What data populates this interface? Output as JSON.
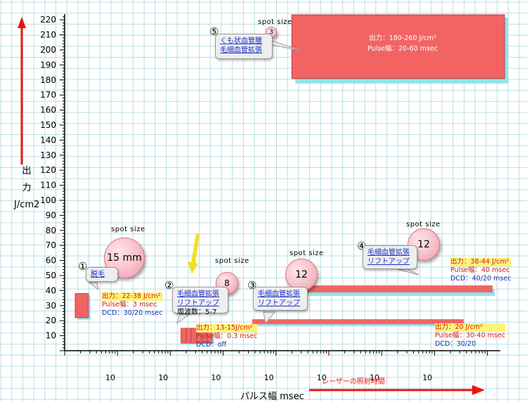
{
  "colors": {
    "grid": "#b8dfe0",
    "bar": "#f26464",
    "bar_shadow": "#8ee6ee",
    "axis_arrow": "#ee1111",
    "pointer": "#f2e024",
    "link": "#1b2fcf",
    "red_text": "#d21e1e",
    "blue_text": "#1a2fb0"
  },
  "chart_data": {
    "type": "bar",
    "yticks": [
      "10",
      "20",
      "30",
      "40",
      "50",
      "60",
      "70",
      "80",
      "90",
      "100",
      "110",
      "120",
      "130",
      "140",
      "150",
      "160",
      "170",
      "180",
      "190",
      "200",
      "210",
      "220"
    ],
    "xticks": [
      "10",
      "10",
      "10",
      "10",
      "10",
      "10",
      "10"
    ],
    "ylim": [
      0,
      220
    ],
    "ylabel": [
      "出",
      "力",
      "J/cm2"
    ],
    "xlabel": "パルス幅  msec",
    "xarrow_label": "レーザーの照射時間",
    "grid": true,
    "series": [
      {
        "id": "1",
        "y_range": [
          22,
          38
        ],
        "x_range": [
          0.2,
          0.45
        ]
      },
      {
        "id": "2",
        "y_range": [
          5,
          15
        ],
        "x_range": [
          2.2,
          2.8
        ]
      },
      {
        "id": "3",
        "y_range": [
          20,
          20
        ],
        "x_range": [
          3.55,
          7.55
        ]
      },
      {
        "id": "4",
        "y_range": [
          42,
          42
        ],
        "x_range": [
          4.55,
          8.1
        ]
      },
      {
        "id": "5",
        "y_range": [
          180,
          220
        ],
        "x_range": [
          4.3,
          8.1
        ]
      }
    ]
  },
  "groups": [
    {
      "num": "①",
      "spot_label": "spot  size",
      "spot": "15 mm",
      "links": [
        "脱毛"
      ],
      "plain": [],
      "info": [
        [
          "出力：22-38 J/cm²",
          "r hl"
        ],
        [
          "Pulse幅：3 msec",
          "r"
        ],
        [
          "DCD：30/20 msec",
          "b"
        ]
      ]
    },
    {
      "num": "②",
      "spot_label": "spot  size",
      "spot": "8",
      "links": [
        "毛細血管拡張",
        "リフトアップ"
      ],
      "plain": [
        "周波数：5-7"
      ],
      "info": [
        [
          "出力：13-15J/cm²",
          "r hl"
        ],
        [
          "Pulse幅：0.3 msec",
          "r"
        ],
        [
          "DCD：off",
          "b"
        ]
      ]
    },
    {
      "num": "③",
      "spot_label": "spot  size",
      "spot": "12",
      "links": [
        "毛細血管拡張",
        "リフトアップ"
      ],
      "plain": [],
      "info": [
        [
          "出力：20 J/cm²",
          "r hl"
        ],
        [
          "Pulse幅：30-40 msec",
          "r"
        ],
        [
          "DCD：30/20",
          "b"
        ]
      ]
    },
    {
      "num": "④",
      "spot_label": "spot  size",
      "spot": "12",
      "links": [
        "毛細血管拡張",
        "リフトアップ"
      ],
      "plain": [],
      "info": [
        [
          "出力：38-44 J/cm²",
          "r hl"
        ],
        [
          "Pulse幅：40 msec",
          "r"
        ],
        [
          "DCD：40/20 msec",
          "b"
        ]
      ]
    },
    {
      "num": "⑤",
      "spot_label": "spot  size",
      "spot": "3",
      "links": [
        "くも状血管腫",
        "毛細血管拡張"
      ],
      "plain": [],
      "info": [
        [
          "出力：180-260 J/cm²",
          ""
        ],
        [
          "Pulse幅：20-60 msec",
          ""
        ]
      ]
    }
  ]
}
